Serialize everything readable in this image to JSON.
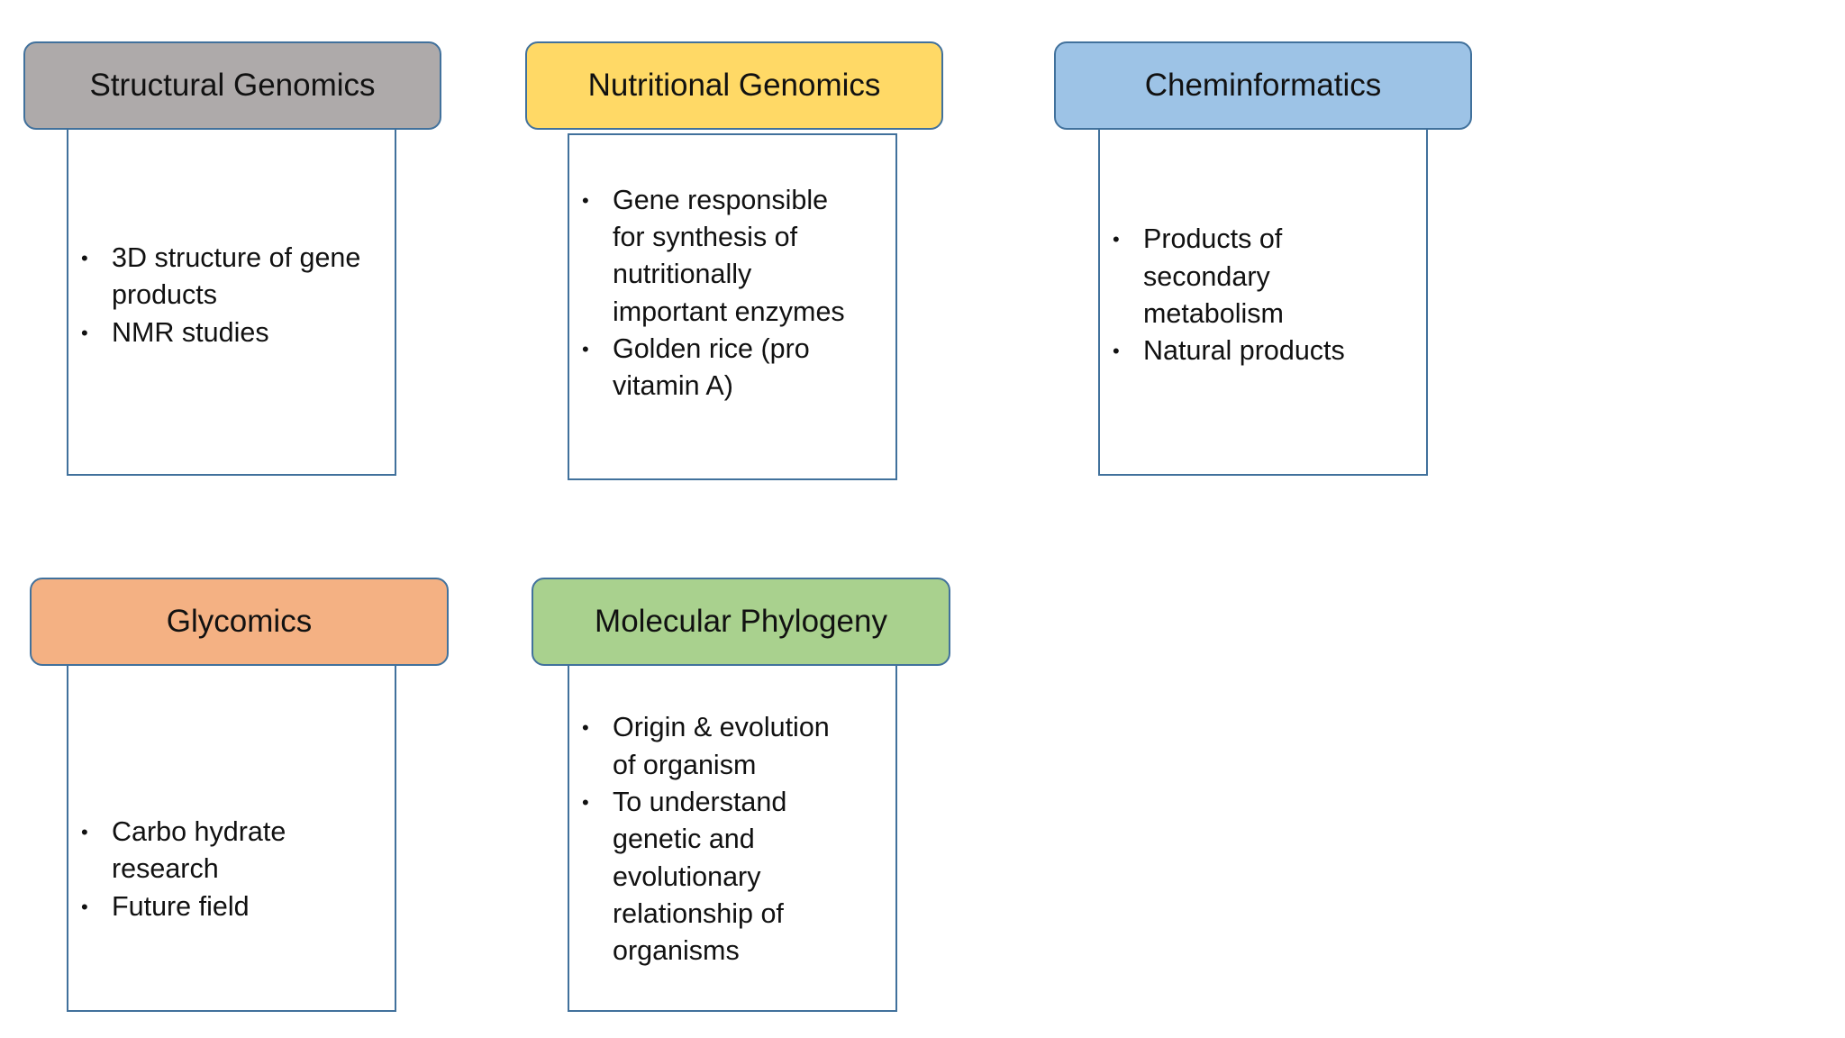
{
  "cards": [
    {
      "title": "Structural Genomics",
      "color": "#aeaaaa",
      "items": [
        "3D structure of gene\nproducts",
        "NMR studies"
      ]
    },
    {
      "title": "Nutritional Genomics",
      "color": "#ffd966",
      "items": [
        "Gene responsible\nfor synthesis of\nnutritionally\nimportant enzymes",
        "Golden rice (pro\nvitamin A)"
      ]
    },
    {
      "title": "Cheminformatics",
      "color": "#9dc3e6",
      "items": [
        "Products of\nsecondary\nmetabolism",
        "Natural products"
      ]
    },
    {
      "title": "Glycomics",
      "color": "#f4b183",
      "items": [
        "Carbo hydrate\nresearch",
        "Future field"
      ]
    },
    {
      "title": "Molecular Phylogeny",
      "color": "#a9d18e",
      "items": [
        "Origin & evolution\nof organism",
        "To understand\ngenetic and\nevolutionary\nrelationship of\norganisms"
      ]
    }
  ],
  "bullet_glyph": "•",
  "colors": {
    "border": "#41719c",
    "text": "#111111",
    "background": "#ffffff"
  }
}
